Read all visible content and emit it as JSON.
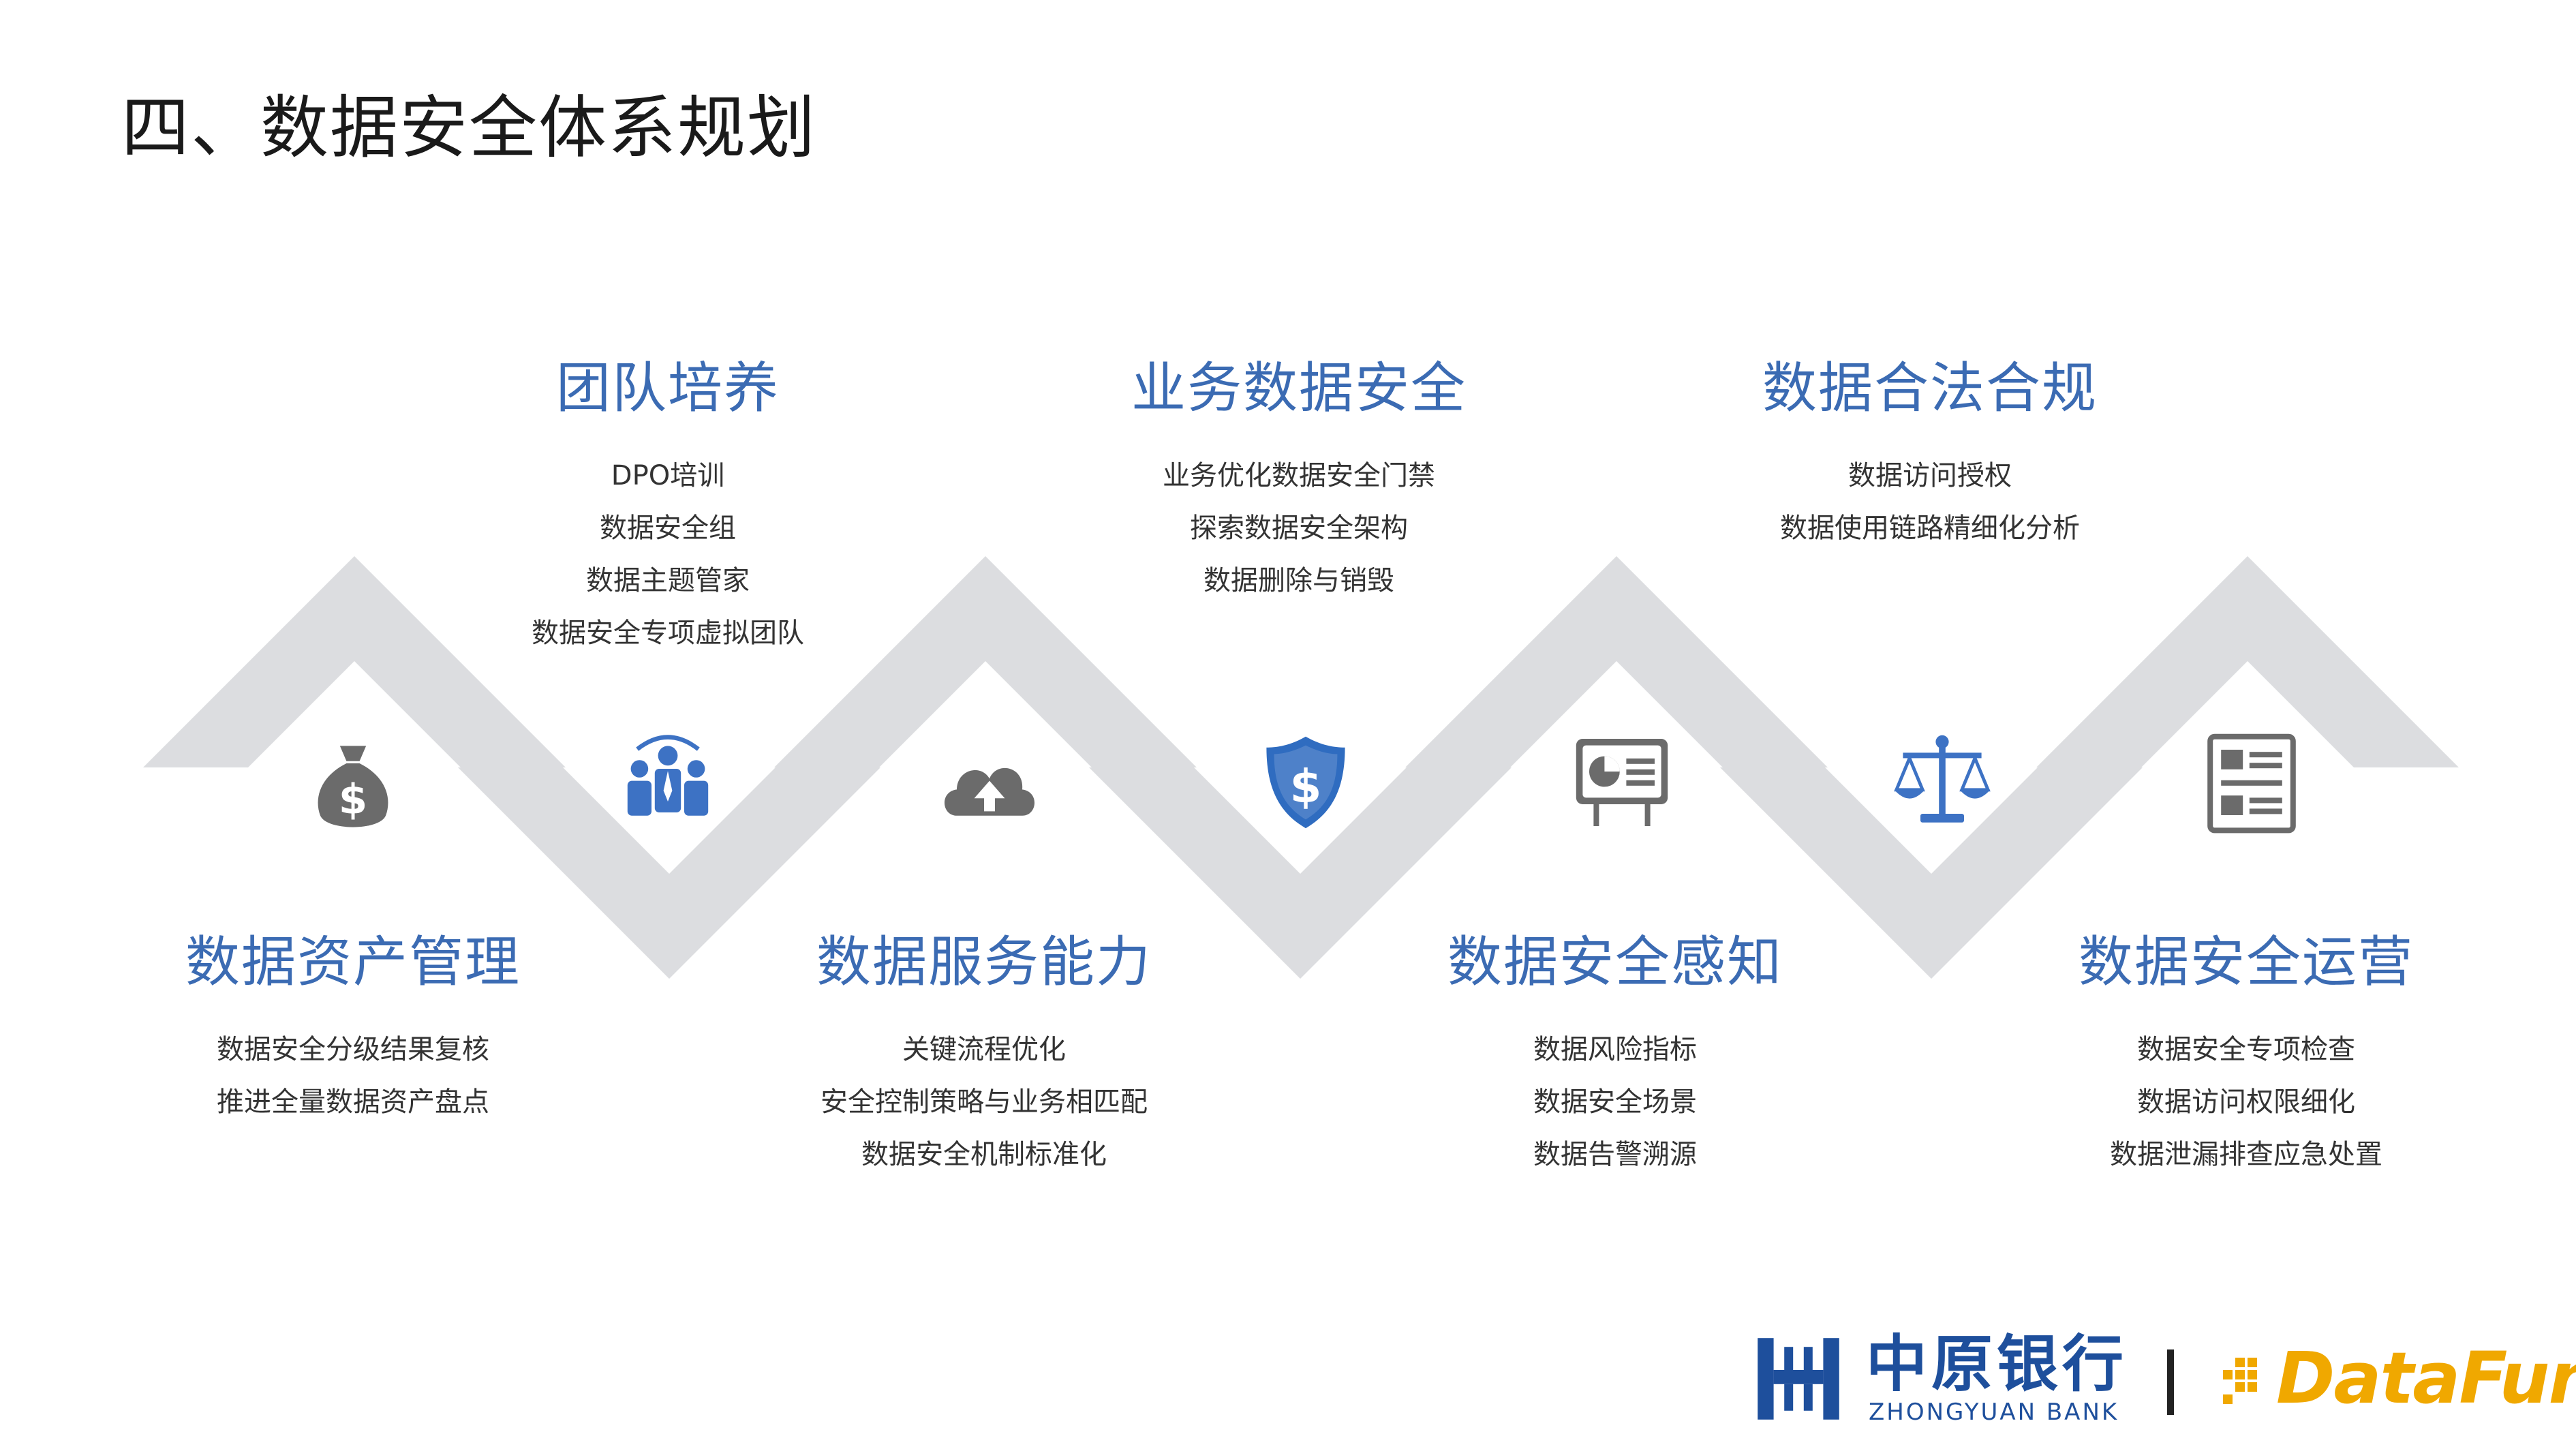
{
  "page": {
    "title": "四、数据安全体系规划"
  },
  "colors": {
    "heading": "#3b6bb3",
    "chevron": "#dcdde0",
    "icon_gray": "#6b6b6b",
    "icon_blue": "#3d72c4",
    "bank": "#1e4f9c",
    "datafun": "#f0a800"
  },
  "top_blocks": [
    {
      "heading": "团队培养",
      "items": [
        "DPO培训",
        "数据安全组",
        "数据主题管家",
        "数据安全专项虚拟团队"
      ]
    },
    {
      "heading": "业务数据安全",
      "items": [
        "业务优化数据安全门禁",
        "探索数据安全架构",
        "数据删除与销毁"
      ]
    },
    {
      "heading": "数据合法合规",
      "items": [
        "数据访问授权",
        "数据使用链路精细化分析"
      ]
    }
  ],
  "bottom_blocks": [
    {
      "heading": "数据资产管理",
      "items": [
        "数据安全分级结果复核",
        "推进全量数据资产盘点"
      ]
    },
    {
      "heading": "数据服务能力",
      "items": [
        "关键流程优化",
        "安全控制策略与业务相匹配",
        "数据安全机制标准化"
      ]
    },
    {
      "heading": "数据安全感知",
      "items": [
        "数据风险指标",
        "数据安全场景",
        "数据告警溯源"
      ]
    },
    {
      "heading": "数据安全运营",
      "items": [
        "数据安全专项检查",
        "数据访问权限细化",
        "数据泄漏排查应急处置"
      ]
    }
  ],
  "icons": [
    "money-bag-icon",
    "team-icon",
    "cloud-upload-icon",
    "shield-dollar-icon",
    "presentation-chart-icon",
    "scales-icon",
    "document-list-icon"
  ],
  "footer": {
    "bank_name_cn": "中原银行",
    "bank_name_en": "ZHONGYUAN BANK",
    "partner_name": "DataFun."
  }
}
